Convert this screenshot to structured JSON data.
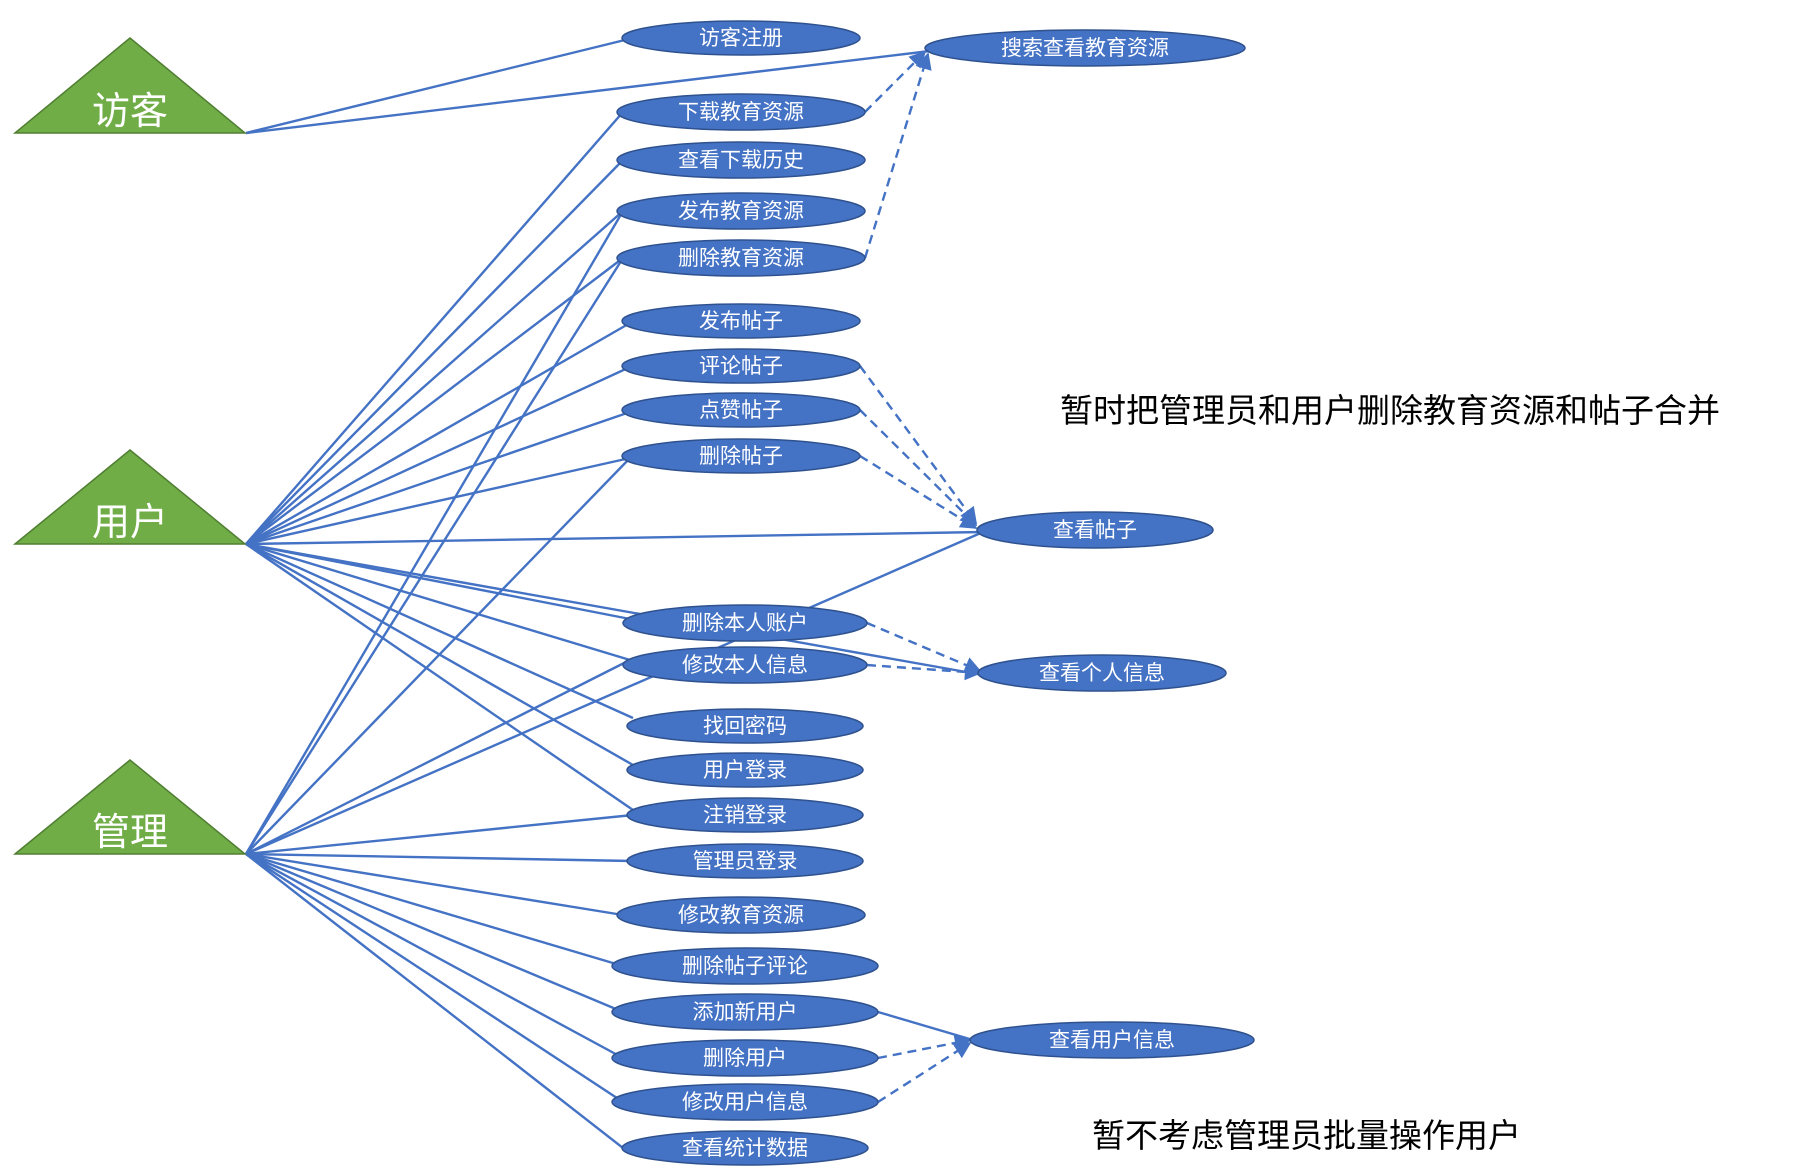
{
  "colors": {
    "actor_fill": "#70ad47",
    "actor_stroke": "#507e32",
    "usecase_fill": "#4472c4",
    "usecase_stroke": "#2f528f",
    "line": "#4472c4",
    "text_light": "#ffffff",
    "text_dark": "#000000"
  },
  "actors": {
    "visitor": "访客",
    "user": "用户",
    "admin": "管理"
  },
  "usecases": {
    "visitor_register": "访客注册",
    "search_resources": "搜索查看教育资源",
    "download_resource": "下载教育资源",
    "download_history": "查看下载历史",
    "publish_resource": "发布教育资源",
    "delete_resource": "删除教育资源",
    "publish_post": "发布帖子",
    "comment_post": "评论帖子",
    "like_post": "点赞帖子",
    "delete_post": "删除帖子",
    "view_post": "查看帖子",
    "delete_own_account": "删除本人账户",
    "edit_own_info": "修改本人信息",
    "view_personal_info": "查看个人信息",
    "recover_password": "找回密码",
    "user_login": "用户登录",
    "logout": "注销登录",
    "admin_login": "管理员登录",
    "edit_resource": "修改教育资源",
    "delete_post_comment": "删除帖子评论",
    "add_user": "添加新用户",
    "view_user_info": "查看用户信息",
    "delete_user": "删除用户",
    "edit_user_info": "修改用户信息",
    "view_statistics": "查看统计数据"
  },
  "notes": {
    "merge_note": "暂时把管理员和用户删除教育资源和帖子合并",
    "batch_note": "暂不考虑管理员批量操作用户"
  }
}
